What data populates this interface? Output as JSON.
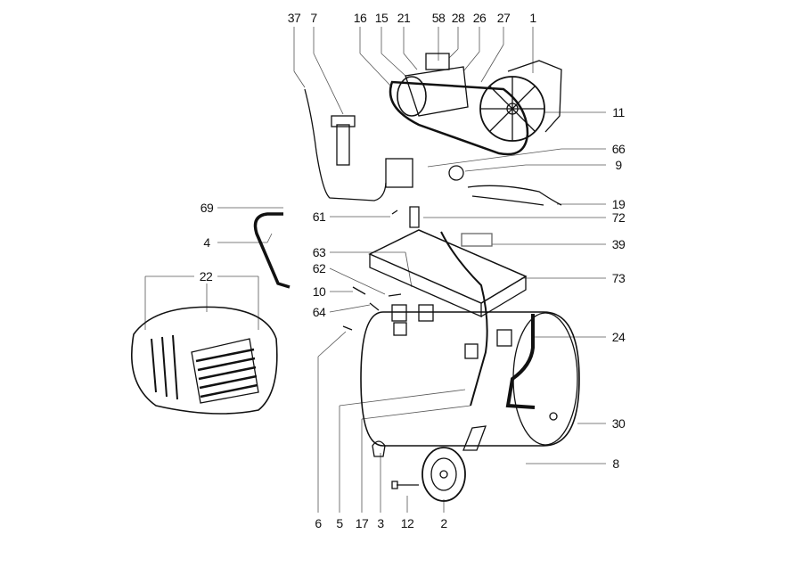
{
  "diagram": {
    "type": "exploded-parts-diagram",
    "labels": {
      "p37": "37",
      "p7": "7",
      "p16": "16",
      "p15": "15",
      "p21": "21",
      "p58": "58",
      "p28": "28",
      "p26": "26",
      "p27": "27",
      "p1": "1",
      "p11": "11",
      "p66": "66",
      "p9": "9",
      "p19": "19",
      "p72": "72",
      "p39": "39",
      "p73": "73",
      "p24": "24",
      "p30": "30",
      "p8": "8",
      "p69": "69",
      "p4": "4",
      "p61": "61",
      "p63": "63",
      "p62": "62",
      "p22": "22",
      "p10": "10",
      "p64": "64",
      "p6": "6",
      "p5": "5",
      "p17": "17",
      "p3": "3",
      "p12": "12",
      "p2": "2"
    }
  }
}
